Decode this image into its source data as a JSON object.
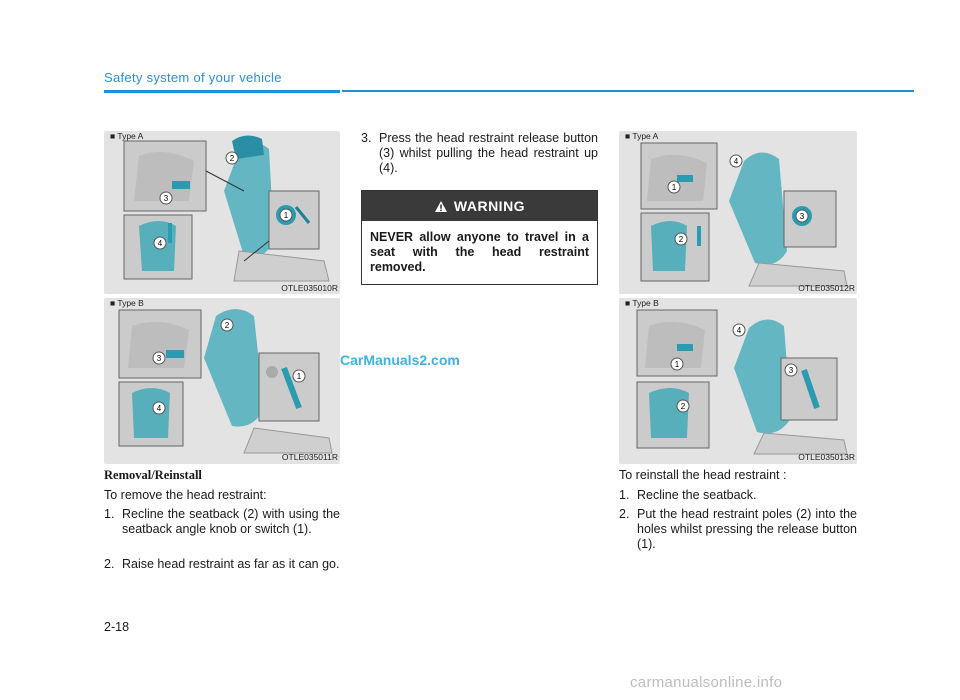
{
  "header": {
    "title": "Safety system of your vehicle"
  },
  "figures": [
    {
      "type_label": "■ Type A",
      "code": "OTLE035010R"
    },
    {
      "type_label": "■ Type B",
      "code": "OTLE035011R"
    },
    {
      "type_label": "■ Type A",
      "code": "OTLE035012R"
    },
    {
      "type_label": "■ Type B",
      "code": "OTLE035013R"
    }
  ],
  "callouts": {
    "one": "1",
    "two": "2",
    "three": "3",
    "four": "4"
  },
  "removal": {
    "heading": "Removal/Reinstall",
    "intro": "To remove the head restraint:",
    "steps": [
      {
        "num": "1.",
        "text": "Recline the seatback (2) with using the seatback angle knob or switch (1)."
      },
      {
        "num": "2.",
        "text": "Raise head restraint as far as it can go."
      },
      {
        "num": "3.",
        "text": "Press the head restraint release button (3) whilst pulling the head restraint up (4)."
      }
    ]
  },
  "warning": {
    "title": "WARNING",
    "text": "NEVER allow anyone to travel in a seat with the head restraint removed."
  },
  "reinstall": {
    "intro": "To reinstall the head restraint :",
    "steps": [
      {
        "num": "1.",
        "text": "Recline the seatback."
      },
      {
        "num": "2.",
        "text": "Put the head restraint poles (2) into the holes whilst pressing the release button (1)."
      }
    ]
  },
  "watermark": "CarManuals2.com",
  "page_number": "2-18",
  "footer_mark": "carmanualsonline.info",
  "colors": {
    "accent": "#1f8fd6",
    "highlight": "#2a9bb0",
    "figure_bg": "#e3e3e3"
  }
}
